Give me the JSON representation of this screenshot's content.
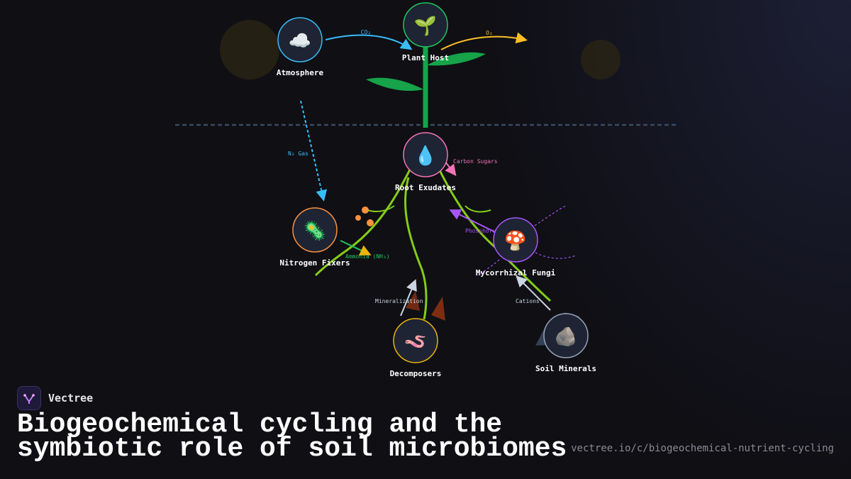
{
  "diagram": {
    "nodes": {
      "atmosphere": {
        "label": "Atmosphere",
        "icon": "cloud-icon",
        "glyph": "☁️"
      },
      "plant_host": {
        "label": "Plant Host",
        "icon": "seedling-icon",
        "glyph": "🌱"
      },
      "root_exudates": {
        "label": "Root Exudates",
        "icon": "droplet-icon",
        "glyph": "💧"
      },
      "nitrogen_fixers": {
        "label": "Nitrogen Fixers",
        "icon": "microbe-icon",
        "glyph": "🦠"
      },
      "mycorrhizal_fungi": {
        "label": "Mycorrhizal Fungi",
        "icon": "mushroom-icon",
        "glyph": "🍄"
      },
      "decomposers": {
        "label": "Decomposers",
        "icon": "worm-icon",
        "glyph": "🪱"
      },
      "soil_minerals": {
        "label": "Soil Minerals",
        "icon": "rock-icon",
        "glyph": "🪨"
      }
    },
    "flows": {
      "co2": "CO₂",
      "o2": "O₂",
      "n2_gas": "N₂ Gas",
      "carbon_sugars": "Carbon Sugars",
      "ammonia": "Ammonia (NH₃)",
      "phosphorus": "Phosphorus",
      "mineralization": "Mineralization",
      "cations": "Cations"
    },
    "colors": {
      "co2": "#38bdf8",
      "o2": "#fbbf24",
      "n2": "#38bdf8",
      "sugars": "#f472b6",
      "ammonia": "#22c55e",
      "phosphorus": "#a855f7",
      "roots": "#84cc16",
      "stem": "#16a34a",
      "mineral_arrows": "#cbd5e1"
    }
  },
  "brand": {
    "name": "Vectree"
  },
  "footer": {
    "title_line1": "Biogeochemical cycling and the",
    "title_line2": "symbiotic role of soil microbiomes",
    "url": "vectree.io/c/biogeochemical-nutrient-cycling"
  }
}
